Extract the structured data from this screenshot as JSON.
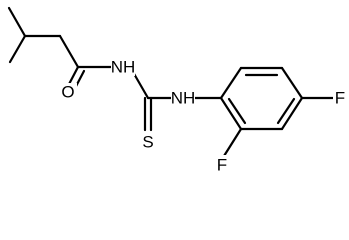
{
  "molecule": {
    "atoms": {
      "amide_oxygen": "O",
      "amide_nitrogen": "NH",
      "aryl_nitrogen": "NH",
      "thione_sulfur": "S",
      "ortho_fluorine": "F",
      "para_fluorine": "F"
    },
    "colors": {
      "bond": "#000000",
      "label": "#000000",
      "background": "#ffffff"
    }
  }
}
